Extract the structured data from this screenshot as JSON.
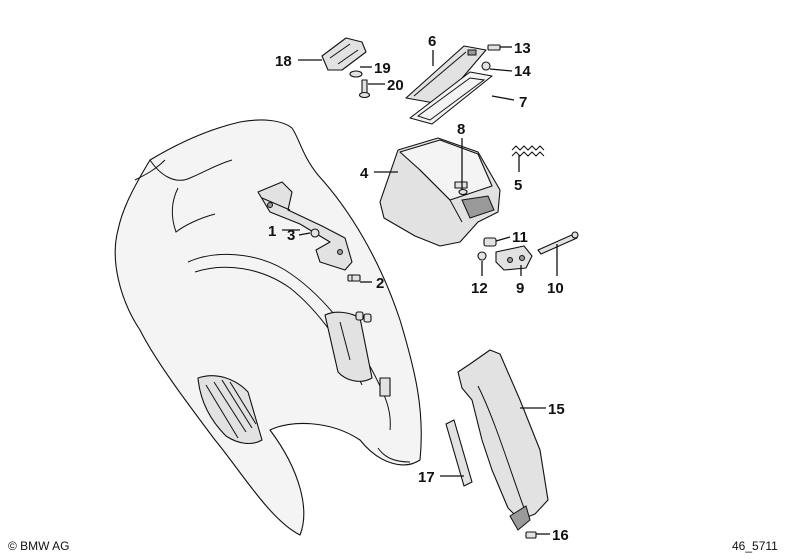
{
  "callouts": [
    {
      "id": "1",
      "text": "1"
    },
    {
      "id": "2",
      "text": "2"
    },
    {
      "id": "3",
      "text": "3"
    },
    {
      "id": "4",
      "text": "4"
    },
    {
      "id": "5",
      "text": "5"
    },
    {
      "id": "6",
      "text": "6"
    },
    {
      "id": "7",
      "text": "7"
    },
    {
      "id": "8",
      "text": "8"
    },
    {
      "id": "9",
      "text": "9"
    },
    {
      "id": "10",
      "text": "10"
    },
    {
      "id": "11",
      "text": "11"
    },
    {
      "id": "12",
      "text": "12"
    },
    {
      "id": "13",
      "text": "13"
    },
    {
      "id": "14",
      "text": "14"
    },
    {
      "id": "15",
      "text": "15"
    },
    {
      "id": "16",
      "text": "16"
    },
    {
      "id": "17",
      "text": "17"
    },
    {
      "id": "18",
      "text": "18"
    },
    {
      "id": "19",
      "text": "19"
    },
    {
      "id": "20",
      "text": "20"
    }
  ],
  "footer": {
    "copyright": "© BMW AG",
    "diagram_id": "46_5711"
  }
}
